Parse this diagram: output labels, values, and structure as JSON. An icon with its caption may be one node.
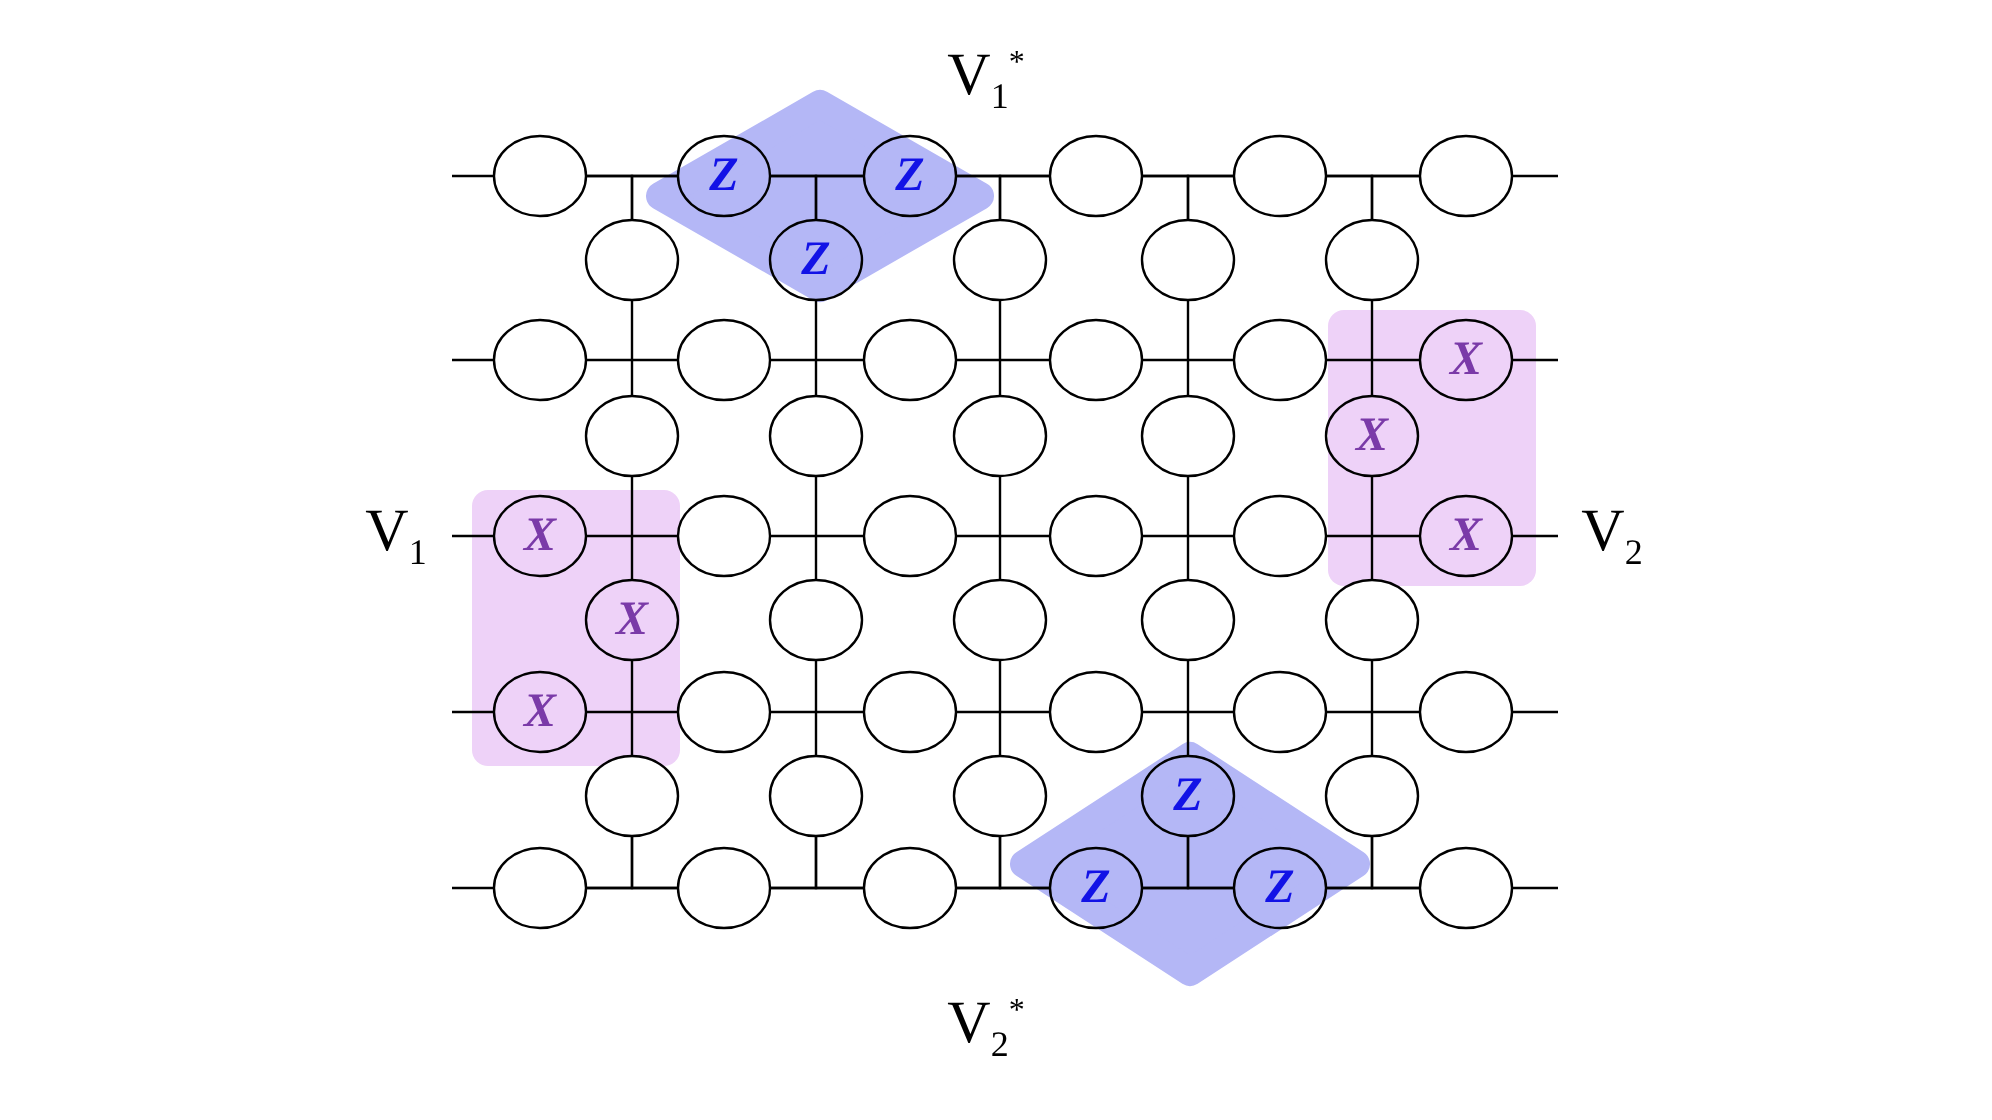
{
  "diagram": {
    "nodes": [
      {
        "text": [],
        "shape": "circle"
      },
      {
        "text": [],
        "shape": "diamond"
      },
      {
        "text": [
          "Z"
        ],
        "in": 1
      },
      {
        "text": [
          "Z"
        ],
        "in": 1
      },
      {
        "text": [],
        "shape": "circle"
      },
      {
        "text": [],
        "shape": "circle"
      },
      {
        "text": [],
        "shape": "circle"
      },
      {
        "text": [],
        "shape": "circle"
      },
      {
        "text": [
          "Z"
        ],
        "in": 1
      },
      {
        "text": [],
        "shape": "circle"
      },
      {
        "text": [],
        "shape": "circle"
      },
      {
        "text": [],
        "shape": "circle"
      },
      {
        "text": [],
        "shape": "circle"
      },
      {
        "text": [],
        "shape": "circle"
      },
      {
        "text": [],
        "shape": "circle"
      },
      {
        "text": [],
        "shape": "circle"
      },
      {
        "text": [],
        "shape": "circle"
      },
      {
        "text": [],
        "shape": "box"
      },
      {
        "text": [
          "X"
        ],
        "in": 17
      },
      {
        "text": [],
        "shape": "circle"
      },
      {
        "text": [],
        "shape": "circle"
      },
      {
        "text": [],
        "shape": "circle"
      },
      {
        "text": [],
        "shape": "circle"
      },
      {
        "text": [
          "X"
        ],
        "in": 17
      },
      {
        "text": [],
        "shape": "box"
      },
      {
        "text": [
          "X"
        ],
        "in": 24
      },
      {
        "text": [],
        "shape": "circle"
      },
      {
        "text": [],
        "shape": "circle"
      },
      {
        "text": [],
        "shape": "circle"
      },
      {
        "text": [],
        "shape": "circle"
      },
      {
        "text": [
          "X"
        ],
        "in": 17
      },
      {
        "text": [
          "X"
        ],
        "in": 24
      },
      {
        "text": [],
        "shape": "circle"
      },
      {
        "text": [],
        "shape": "circle"
      },
      {
        "text": [],
        "shape": "circle"
      },
      {
        "text": [],
        "shape": "circle"
      },
      {
        "text": [
          "X"
        ],
        "in": 24
      },
      {
        "text": [],
        "shape": "circle"
      },
      {
        "text": [],
        "shape": "circle"
      },
      {
        "text": [],
        "shape": "circle"
      },
      {
        "text": [],
        "shape": "circle"
      },
      {
        "text": [],
        "shape": "circle"
      },
      {
        "text": [],
        "shape": "circle"
      },
      {
        "text": [],
        "shape": "circle"
      },
      {
        "text": [],
        "shape": "circle"
      },
      {
        "text": [],
        "shape": "diamond"
      },
      {
        "text": [
          "Z"
        ],
        "in": 45
      },
      {
        "text": [],
        "shape": "circle"
      },
      {
        "text": [],
        "shape": "circle"
      },
      {
        "text": [],
        "shape": "circle"
      },
      {
        "text": [],
        "shape": "circle"
      },
      {
        "text": [
          "Z"
        ],
        "in": 45
      },
      {
        "text": [
          "Z"
        ],
        "in": 45
      },
      {
        "text": [],
        "shape": "circle"
      }
    ],
    "edges": [
      {
        "from": null,
        "to": 0,
        "arrow": "none"
      },
      {
        "from": 0,
        "to": 2,
        "arrow": "none"
      },
      {
        "from": 2,
        "to": 3,
        "arrow": "none"
      },
      {
        "from": 3,
        "to": 4,
        "arrow": "none"
      },
      {
        "from": 4,
        "to": 5,
        "arrow": "none"
      },
      {
        "from": 5,
        "to": 6,
        "arrow": "none"
      },
      {
        "from": 6,
        "to": null,
        "arrow": "none"
      },
      {
        "from": null,
        "to": 12,
        "arrow": "none"
      },
      {
        "from": 12,
        "to": 13,
        "arrow": "none"
      },
      {
        "from": 13,
        "to": 14,
        "arrow": "none"
      },
      {
        "from": 14,
        "to": 15,
        "arrow": "none"
      },
      {
        "from": 15,
        "to": 16,
        "arrow": "none"
      },
      {
        "from": 16,
        "to": 18,
        "arrow": "none"
      },
      {
        "from": 18,
        "to": null,
        "arrow": "none"
      },
      {
        "from": null,
        "to": 25,
        "arrow": "none"
      },
      {
        "from": 25,
        "to": 26,
        "arrow": "none"
      },
      {
        "from": 26,
        "to": 27,
        "arrow": "none"
      },
      {
        "from": 27,
        "to": 28,
        "arrow": "none"
      },
      {
        "from": 28,
        "to": 29,
        "arrow": "none"
      },
      {
        "from": 29,
        "to": 30,
        "arrow": "none"
      },
      {
        "from": 30,
        "to": null,
        "arrow": "none"
      },
      {
        "from": null,
        "to": 36,
        "arrow": "none"
      },
      {
        "from": 36,
        "to": 37,
        "arrow": "none"
      },
      {
        "from": 37,
        "to": 38,
        "arrow": "none"
      },
      {
        "from": 38,
        "to": 39,
        "arrow": "none"
      },
      {
        "from": 39,
        "to": 40,
        "arrow": "none"
      },
      {
        "from": 40,
        "to": 41,
        "arrow": "none"
      },
      {
        "from": 41,
        "to": null,
        "arrow": "none"
      },
      {
        "from": null,
        "to": 48,
        "arrow": "none"
      },
      {
        "from": 48,
        "to": 49,
        "arrow": "none"
      },
      {
        "from": 49,
        "to": 50,
        "arrow": "none"
      },
      {
        "from": 50,
        "to": 51,
        "arrow": "none"
      },
      {
        "from": 51,
        "to": 52,
        "arrow": "none"
      },
      {
        "from": 52,
        "to": 53,
        "arrow": "none"
      },
      {
        "from": 53,
        "to": null,
        "arrow": "none"
      },
      {
        "from": 7,
        "to": 19,
        "arrow": "none"
      },
      {
        "from": 19,
        "to": 31,
        "arrow": "none"
      },
      {
        "from": 31,
        "to": 42,
        "arrow": "none"
      },
      {
        "from": 8,
        "to": 20,
        "arrow": "none"
      },
      {
        "from": 20,
        "to": 32,
        "arrow": "none"
      },
      {
        "from": 32,
        "to": 43,
        "arrow": "none"
      },
      {
        "from": 9,
        "to": 21,
        "arrow": "none"
      },
      {
        "from": 21,
        "to": 33,
        "arrow": "none"
      },
      {
        "from": 33,
        "to": 44,
        "arrow": "none"
      },
      {
        "from": 10,
        "to": 22,
        "arrow": "none"
      },
      {
        "from": 22,
        "to": 34,
        "arrow": "none"
      },
      {
        "from": 34,
        "to": 46,
        "arrow": "none"
      },
      {
        "from": 11,
        "to": 23,
        "arrow": "none"
      },
      {
        "from": 23,
        "to": 35,
        "arrow": "none"
      },
      {
        "from": 35,
        "to": 47,
        "arrow": "none"
      },
      {
        "from": 7,
        "to": 0,
        "arrow": "none"
      },
      {
        "from": 7,
        "to": 2,
        "arrow": "none"
      },
      {
        "from": 8,
        "to": 2,
        "arrow": "none"
      },
      {
        "from": 8,
        "to": 3,
        "arrow": "none"
      },
      {
        "from": 9,
        "to": 3,
        "arrow": "none"
      },
      {
        "from": 9,
        "to": 4,
        "arrow": "none"
      },
      {
        "from": 10,
        "to": 4,
        "arrow": "none"
      },
      {
        "from": 10,
        "to": 5,
        "arrow": "none"
      },
      {
        "from": 11,
        "to": 5,
        "arrow": "none"
      },
      {
        "from": 11,
        "to": 6,
        "arrow": "none"
      },
      {
        "from": 42,
        "to": 48,
        "arrow": "none"
      },
      {
        "from": 42,
        "to": 49,
        "arrow": "none"
      },
      {
        "from": 43,
        "to": 49,
        "arrow": "none"
      },
      {
        "from": 43,
        "to": 50,
        "arrow": "none"
      },
      {
        "from": 44,
        "to": 50,
        "arrow": "none"
      },
      {
        "from": 44,
        "to": 51,
        "arrow": "none"
      },
      {
        "from": 46,
        "to": 51,
        "arrow": "none"
      },
      {
        "from": 46,
        "to": 52,
        "arrow": "none"
      },
      {
        "from": 47,
        "to": 52,
        "arrow": "none"
      },
      {
        "from": 47,
        "to": 53,
        "arrow": "none"
      }
    ],
    "labels": [
      "V$_{1}$$^{*}$",
      "V$_{1}$",
      "V$_{2}$",
      "V$_{2}$$^{*}$"
    ]
  }
}
